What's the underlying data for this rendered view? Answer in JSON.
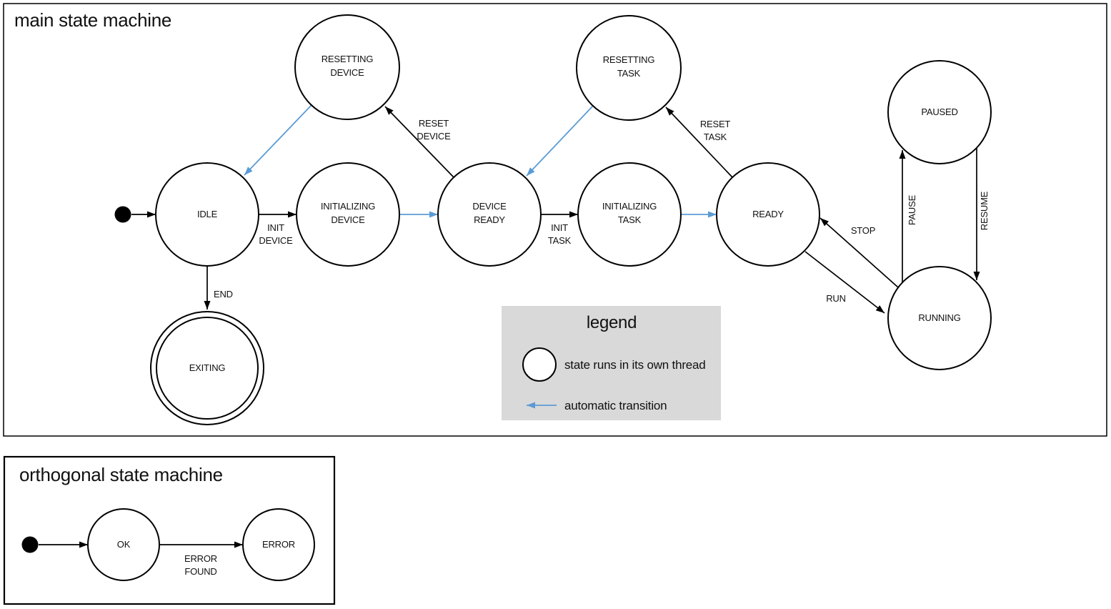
{
  "main_machine": {
    "title": "main state machine",
    "states": [
      {
        "name": "IDLE",
        "lines": [
          "IDLE"
        ],
        "threaded": false,
        "final": false
      },
      {
        "name": "RESETTING DEVICE",
        "lines": [
          "RESETTING",
          "DEVICE"
        ],
        "threaded": true,
        "final": false
      },
      {
        "name": "INITIALIZING DEVICE",
        "lines": [
          "INITIALIZING",
          "DEVICE"
        ],
        "threaded": true,
        "final": false
      },
      {
        "name": "DEVICE READY",
        "lines": [
          "DEVICE",
          "READY"
        ],
        "threaded": false,
        "final": false
      },
      {
        "name": "RESETTING TASK",
        "lines": [
          "RESETTING",
          "TASK"
        ],
        "threaded": true,
        "final": false
      },
      {
        "name": "INITIALIZING TASK",
        "lines": [
          "INITIALIZING",
          "TASK"
        ],
        "threaded": true,
        "final": false
      },
      {
        "name": "READY",
        "lines": [
          "READY"
        ],
        "threaded": false,
        "final": false
      },
      {
        "name": "PAUSED",
        "lines": [
          "PAUSED"
        ],
        "threaded": true,
        "final": false
      },
      {
        "name": "RUNNING",
        "lines": [
          "RUNNING"
        ],
        "threaded": true,
        "final": false
      },
      {
        "name": "EXITING",
        "lines": [
          "EXITING"
        ],
        "threaded": true,
        "final": true
      }
    ],
    "transitions": [
      {
        "from": "initial",
        "to": "IDLE",
        "label": "",
        "label_lines": [],
        "automatic": false
      },
      {
        "from": "IDLE",
        "to": "INITIALIZING DEVICE",
        "label": "INIT DEVICE",
        "label_lines": [
          "INIT",
          "DEVICE"
        ],
        "automatic": false
      },
      {
        "from": "INITIALIZING DEVICE",
        "to": "DEVICE READY",
        "label": "",
        "label_lines": [],
        "automatic": true
      },
      {
        "from": "DEVICE READY",
        "to": "INITIALIZING TASK",
        "label": "INIT TASK",
        "label_lines": [
          "INIT",
          "TASK"
        ],
        "automatic": false
      },
      {
        "from": "INITIALIZING TASK",
        "to": "READY",
        "label": "",
        "label_lines": [],
        "automatic": true
      },
      {
        "from": "DEVICE READY",
        "to": "RESETTING DEVICE",
        "label": "RESET DEVICE",
        "label_lines": [
          "RESET",
          "DEVICE"
        ],
        "automatic": false
      },
      {
        "from": "RESETTING DEVICE",
        "to": "IDLE",
        "label": "",
        "label_lines": [],
        "automatic": true
      },
      {
        "from": "READY",
        "to": "RESETTING TASK",
        "label": "RESET TASK",
        "label_lines": [
          "RESET",
          "TASK"
        ],
        "automatic": false
      },
      {
        "from": "RESETTING TASK",
        "to": "DEVICE READY",
        "label": "",
        "label_lines": [],
        "automatic": true
      },
      {
        "from": "IDLE",
        "to": "EXITING",
        "label": "END",
        "label_lines": [
          "END"
        ],
        "automatic": false
      },
      {
        "from": "RUNNING",
        "to": "READY",
        "label": "STOP",
        "label_lines": [
          "STOP"
        ],
        "automatic": false
      },
      {
        "from": "READY",
        "to": "RUNNING",
        "label": "RUN",
        "label_lines": [
          "RUN"
        ],
        "automatic": false
      },
      {
        "from": "RUNNING",
        "to": "PAUSED",
        "label": "PAUSE",
        "label_lines": [
          "PAUSE"
        ],
        "automatic": false
      },
      {
        "from": "PAUSED",
        "to": "RUNNING",
        "label": "RESUME",
        "label_lines": [
          "RESUME"
        ],
        "automatic": false
      }
    ]
  },
  "legend": {
    "title": "legend",
    "items": [
      {
        "symbol": "threaded-state-circle",
        "label": "state runs in its own thread"
      },
      {
        "symbol": "automatic-transition-arrow",
        "label": "automatic transition"
      }
    ]
  },
  "orthogonal_machine": {
    "title": "orthogonal state machine",
    "states": [
      {
        "name": "OK",
        "lines": [
          "OK"
        ],
        "threaded": false,
        "final": false
      },
      {
        "name": "ERROR",
        "lines": [
          "ERROR"
        ],
        "threaded": false,
        "final": false
      }
    ],
    "transitions": [
      {
        "from": "initial",
        "to": "OK",
        "label": "",
        "label_lines": [],
        "automatic": false
      },
      {
        "from": "OK",
        "to": "ERROR",
        "label": "ERROR FOUND",
        "label_lines": [
          "ERROR",
          "FOUND"
        ],
        "automatic": false
      }
    ]
  },
  "colors": {
    "threaded_state_fill": "#b4c7e7",
    "automatic_transition": "#5b9bd5",
    "legend_background": "#d9d9d9",
    "outline": "#000000"
  }
}
